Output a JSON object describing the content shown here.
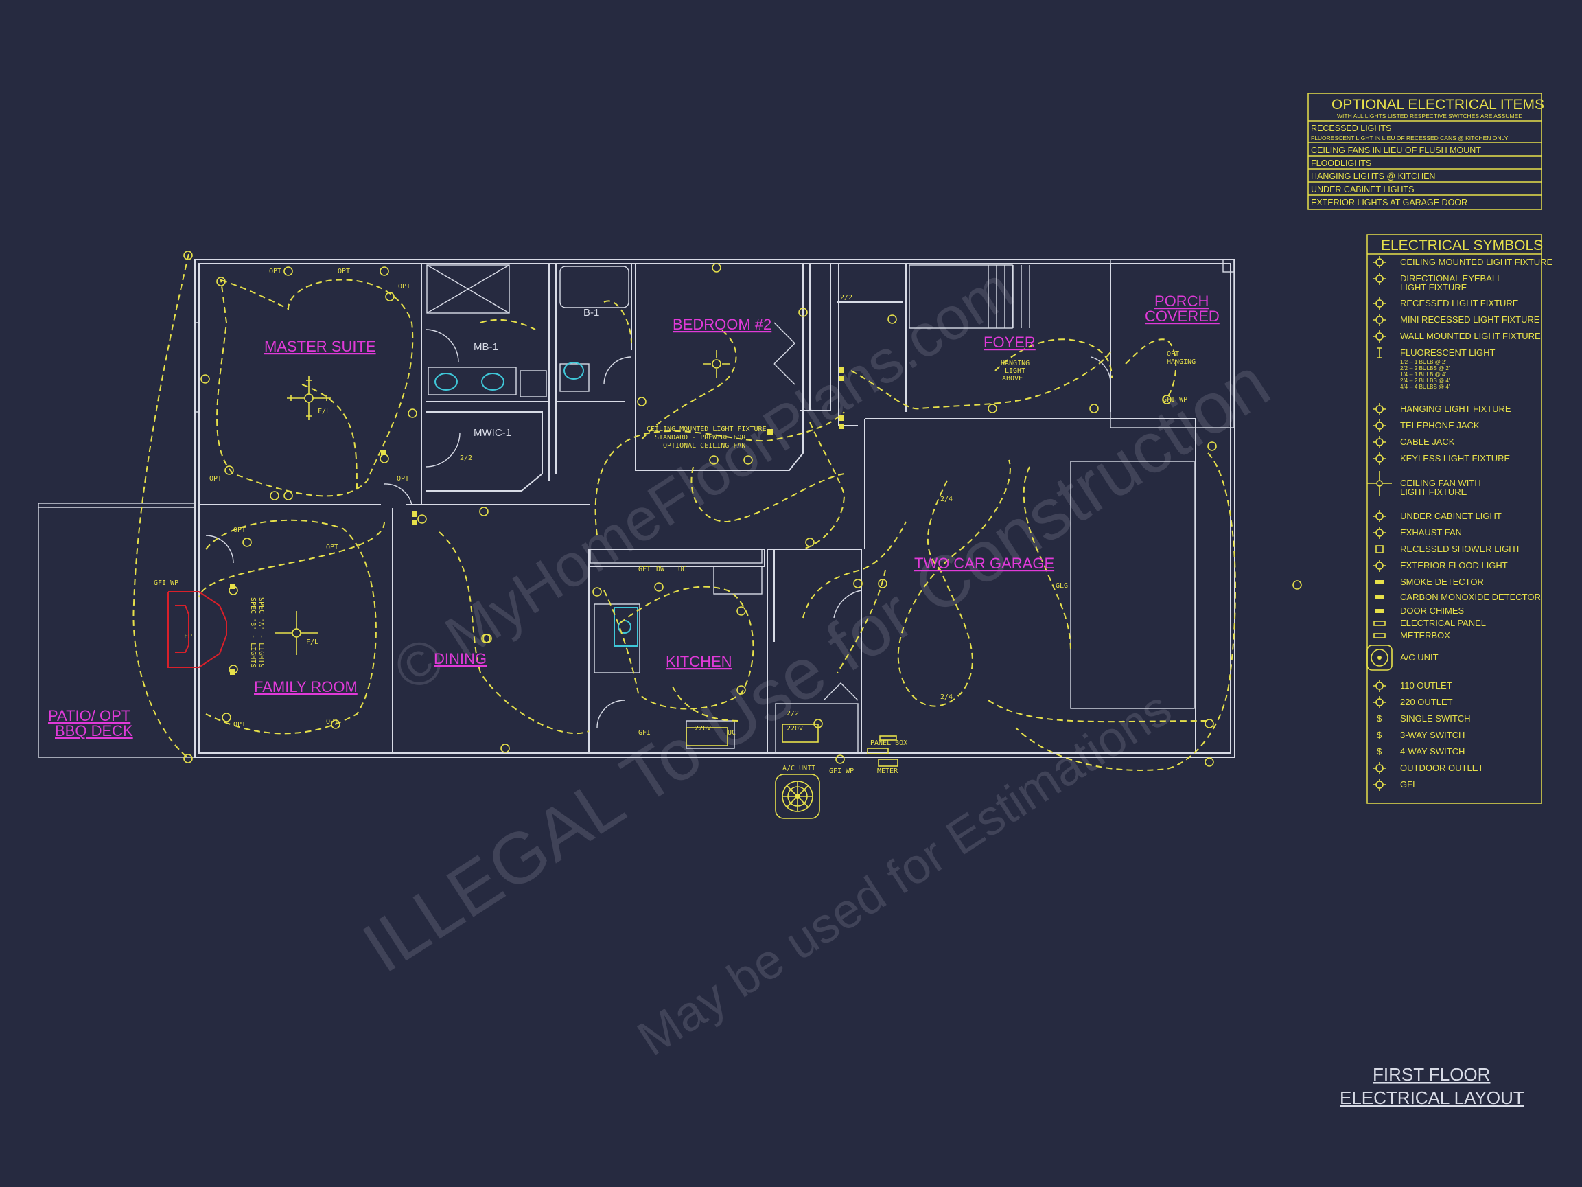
{
  "optional_items": {
    "title": "OPTIONAL ELECTRICAL ITEMS",
    "subtitle": "WITH ALL LIGHTS LISTED RESPECTIVE SWITCHES ARE ASSUMED",
    "items": [
      "RECESSED LIGHTS",
      "FLUORESCENT LIGHT IN LIEU OF RECESSED CANS @ KITCHEN ONLY",
      "CEILING FANS IN LIEU OF FLUSH MOUNT",
      "FLOODLIGHTS",
      "HANGING LIGHTS @ KITCHEN",
      "UNDER CABINET LIGHTS",
      "EXTERIOR LIGHTS AT GARAGE DOOR"
    ]
  },
  "symbols_legend": {
    "title": "ELECTRICAL SYMBOLS",
    "items": [
      {
        "label": "CEILING MOUNTED LIGHT FIXTURE",
        "icon": "ceiling-light"
      },
      {
        "label": "DIRECTIONAL EYEBALL",
        "label2": "LIGHT FIXTURE",
        "icon": "eyeball-light"
      },
      {
        "label": "RECESSED LIGHT FIXTURE",
        "icon": "recessed-light"
      },
      {
        "label": "MINI RECESSED LIGHT FIXTURE",
        "icon": "mini-recessed-light"
      },
      {
        "label": "WALL MOUNTED LIGHT FIXTURE",
        "icon": "wall-light"
      },
      {
        "label": "FLUORESCENT LIGHT",
        "icon": "fluorescent-light"
      },
      {
        "label": "HANGING LIGHT FIXTURE",
        "icon": "hanging-light"
      },
      {
        "label": "TELEPHONE JACK",
        "icon": "telephone-jack"
      },
      {
        "label": "CABLE JACK",
        "icon": "cable-jack"
      },
      {
        "label": "KEYLESS LIGHT FIXTURE",
        "icon": "keyless-light"
      },
      {
        "label": "CEILING FAN WITH",
        "label2": "LIGHT FIXTURE",
        "icon": "ceiling-fan"
      },
      {
        "label": "UNDER CABINET LIGHT",
        "icon": "under-cabinet-light"
      },
      {
        "label": "EXHAUST FAN",
        "icon": "exhaust-fan"
      },
      {
        "label": "RECESSED SHOWER LIGHT",
        "icon": "shower-light"
      },
      {
        "label": "EXTERIOR FLOOD LIGHT",
        "icon": "flood-light"
      },
      {
        "label": "SMOKE DETECTOR",
        "icon": "smoke-detector"
      },
      {
        "label": "CARBON MONOXIDE DETECTOR",
        "icon": "co-detector"
      },
      {
        "label": "DOOR CHIMES",
        "icon": "door-chimes"
      },
      {
        "label": "ELECTRICAL PANEL",
        "icon": "electrical-panel"
      },
      {
        "label": "METERBOX",
        "icon": "meterbox"
      },
      {
        "label": "A/C UNIT",
        "icon": "ac-unit"
      },
      {
        "label": "110 OUTLET",
        "icon": "outlet-110"
      },
      {
        "label": "220 OUTLET",
        "icon": "outlet-220"
      },
      {
        "label": "SINGLE SWITCH",
        "icon": "single-switch"
      },
      {
        "label": "3-WAY SWITCH",
        "icon": "three-way-switch"
      },
      {
        "label": "4-WAY SWITCH",
        "icon": "four-way-switch"
      },
      {
        "label": "OUTDOOR OUTLET",
        "icon": "outdoor-outlet"
      },
      {
        "label": "GFI",
        "icon": "gfi"
      }
    ],
    "fluorescent_notes": [
      "1/2 -- 1 BULB @ 2'",
      "2/2 -- 2 BULBS @ 2'",
      "1/4 -- 1 BULB @ 4'",
      "2/4 -- 2 BULBS @ 4'",
      "4/4 -- 4 BULBS @ 4'"
    ]
  },
  "rooms": {
    "master_suite": "MASTER SUITE",
    "bedroom2": "BEDROOM #2",
    "foyer": "FOYER",
    "porch_line1": "PORCH",
    "porch_line2": "COVERED",
    "family_room": "FAMILY ROOM",
    "dining": "DINING",
    "kitchen": "KITCHEN",
    "garage": "TWO CAR GARAGE",
    "patio_line1": "PATIO/ OPT",
    "patio_line2": "BBQ DECK"
  },
  "labels": {
    "mb1": "MB-1",
    "b1": "B-1",
    "mwic1": "MWIC-1",
    "fp": "FP",
    "ac_unit": "A/C UNIT",
    "panel_box": "PANEL BOX",
    "meter": "METER",
    "gfi_wp": "GFI WP",
    "hanging_note": [
      "HANGING",
      "LIGHT",
      "ABOVE"
    ],
    "opt_hanging": [
      "OPT",
      "HANGING"
    ],
    "ceiling_note": [
      "CEILING MOUNTED LIGHT FIXTURE",
      "STANDARD - PREWIRE FOR",
      "OPTIONAL CEILING FAN"
    ],
    "spec_lights": [
      "SPEC 'A' - LIGHTS",
      "SPEC 'B' - LIGHTS"
    ],
    "opt": "OPT",
    "v220": "220V",
    "dw": "DW",
    "gfi": "GFI",
    "uc": "UC",
    "fl": "F/L",
    "glg": "GLG",
    "n24": "2/4",
    "n22": "2/2"
  },
  "title_block": {
    "line1": "FIRST FLOOR",
    "line2": "ELECTRICAL LAYOUT"
  },
  "watermark": {
    "line1": "© MyHomeFloorPlans.com",
    "line2": "ILLEGAL To Use for Construction",
    "line3": "May be used for Estimations"
  },
  "colors": {
    "background": "#262a40",
    "walls": "#d8dbe6",
    "electrical": "#e6e04a",
    "room_labels": "#e03ad8",
    "fireplace": "#d8202a",
    "fixtures": "#3fc7d8"
  }
}
